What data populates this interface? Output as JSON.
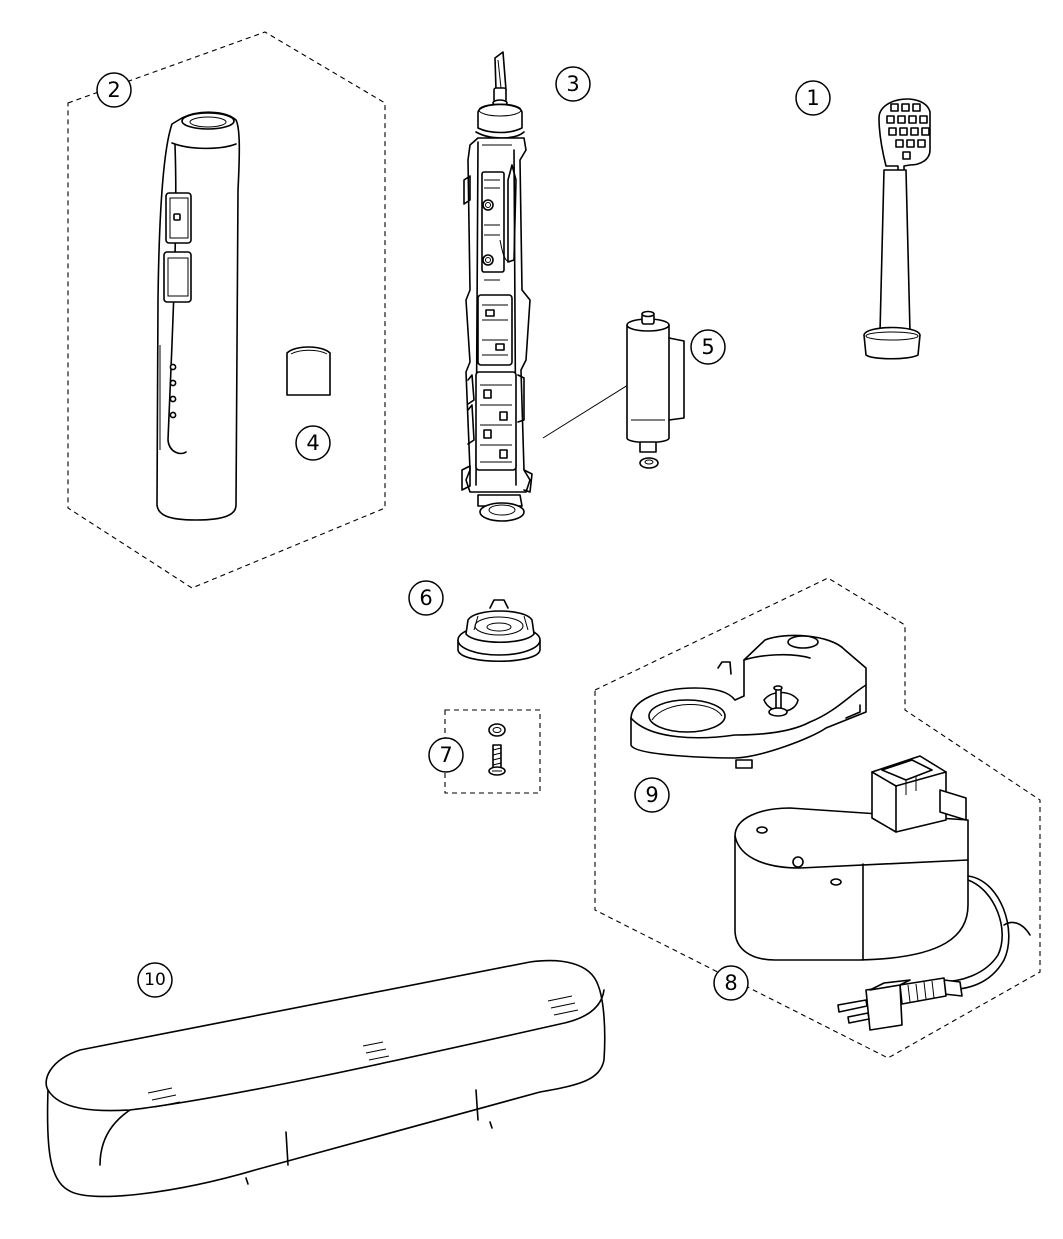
{
  "parts": [
    {
      "id": "1",
      "label": "①",
      "item": "brush-head"
    },
    {
      "id": "2",
      "label": "②",
      "item": "handle-case"
    },
    {
      "id": "3",
      "label": "③",
      "item": "inner-frame-assembly"
    },
    {
      "id": "4",
      "label": "④",
      "item": "nameplate"
    },
    {
      "id": "5",
      "label": "⑤",
      "item": "rechargeable-battery"
    },
    {
      "id": "6",
      "label": "⑥",
      "item": "bottom-cap"
    },
    {
      "id": "7",
      "label": "⑦",
      "item": "screw-and-o-ring-set"
    },
    {
      "id": "8",
      "label": "⑧",
      "item": "charger-adaptor"
    },
    {
      "id": "9",
      "label": "⑨",
      "item": "charging-stand"
    },
    {
      "id": "10",
      "label": "⑩",
      "item": "travel-case"
    }
  ]
}
